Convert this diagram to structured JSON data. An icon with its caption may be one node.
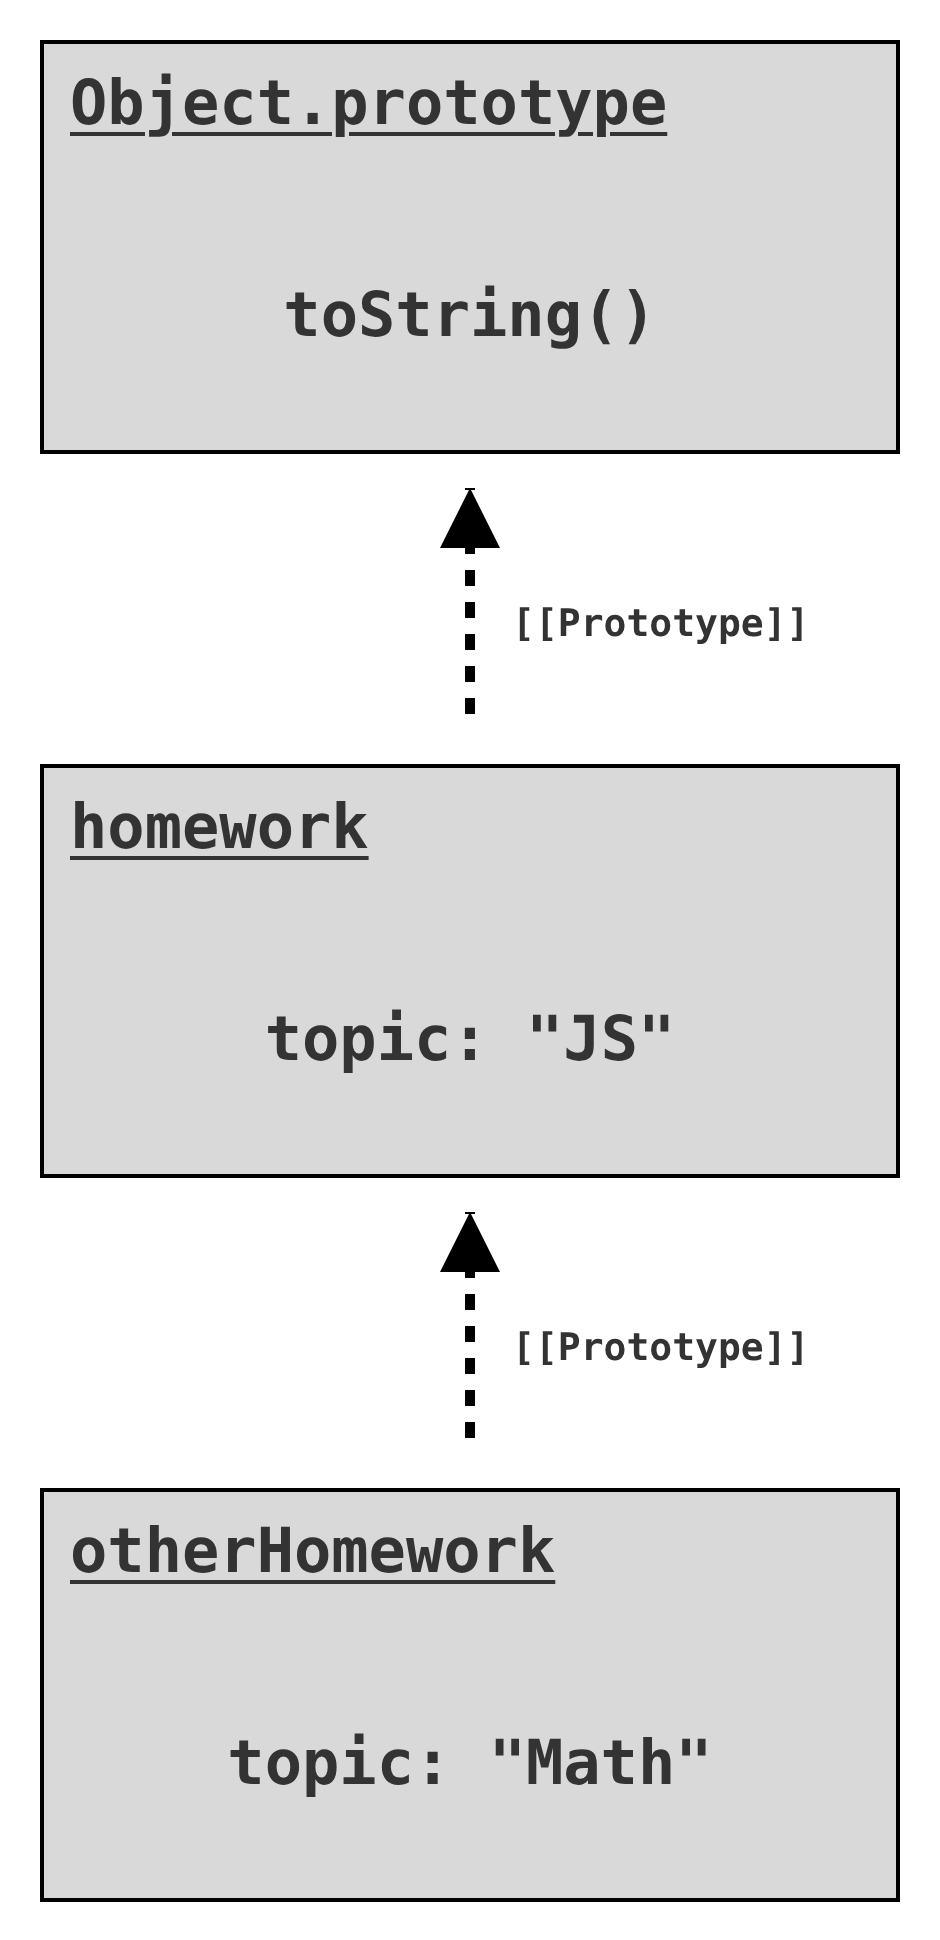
{
  "diagram": {
    "nodes": [
      {
        "text": [
          "Object.prototype",
          "toString()"
        ]
      },
      {
        "text": [
          "homework",
          "topic: \"JS\""
        ]
      },
      {
        "text": [
          "otherHomework",
          "topic: \"Math\""
        ]
      }
    ],
    "edges": [
      {
        "from": 1,
        "to": 0,
        "arrow": "to",
        "style": "dashed",
        "label": "[[Prototype]]"
      },
      {
        "from": 2,
        "to": 1,
        "arrow": "to",
        "style": "dashed",
        "label": "[[Prototype]]"
      }
    ]
  }
}
